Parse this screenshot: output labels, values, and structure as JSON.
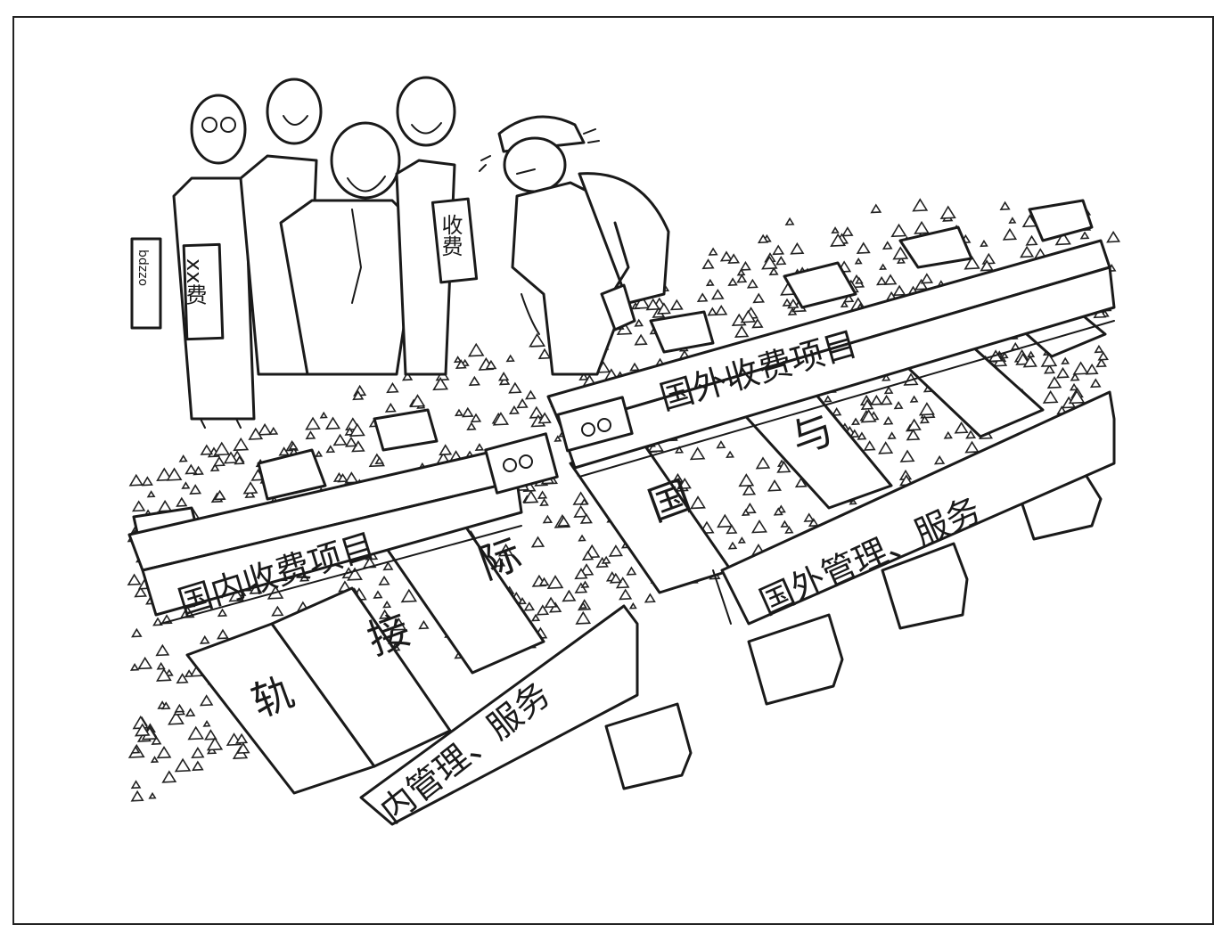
{
  "cartoon": {
    "sleepers": [
      "轨",
      "接",
      "际",
      "国",
      "与"
    ],
    "rails": {
      "domestic_top": "国内收费项目",
      "foreign_top": "国外收费项目",
      "domestic_bottom": "内管理、服务",
      "foreign_bottom": "国外管理、服务"
    },
    "documents": {
      "folder_left": "xx费",
      "folder_right": "收费",
      "small_card": "bdzzo"
    }
  }
}
